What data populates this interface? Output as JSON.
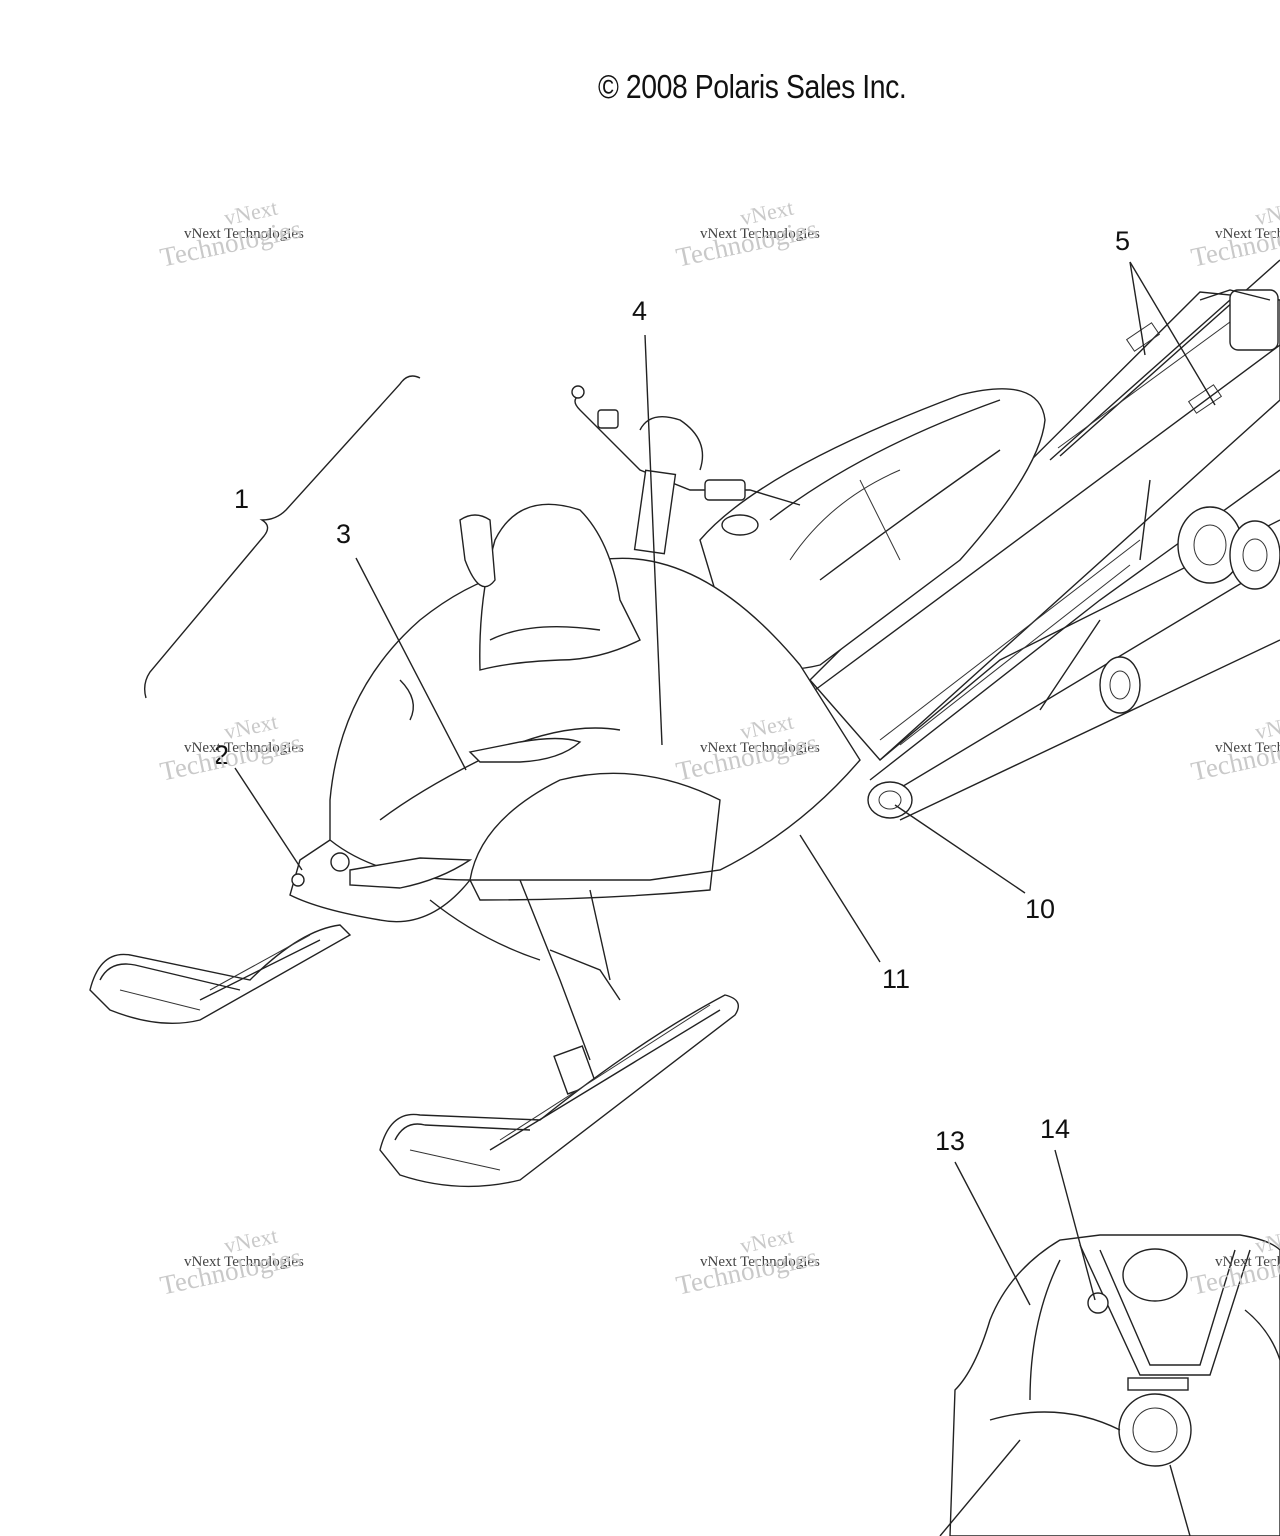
{
  "header": {
    "copyright": "© 2008 Polaris Sales Inc."
  },
  "callouts": [
    {
      "id": "1",
      "label": "1"
    },
    {
      "id": "2",
      "label": "2"
    },
    {
      "id": "3",
      "label": "3"
    },
    {
      "id": "4",
      "label": "4"
    },
    {
      "id": "5",
      "label": "5"
    },
    {
      "id": "10",
      "label": "10"
    },
    {
      "id": "11",
      "label": "11"
    },
    {
      "id": "13",
      "label": "13"
    },
    {
      "id": "14",
      "label": "14"
    }
  ],
  "watermark": {
    "brand": "vNext",
    "line": "vNext Technologies",
    "big": "Technologies"
  },
  "colors": {
    "line": "#222222",
    "watermark": "#c9c9c9",
    "background": "#ffffff"
  }
}
